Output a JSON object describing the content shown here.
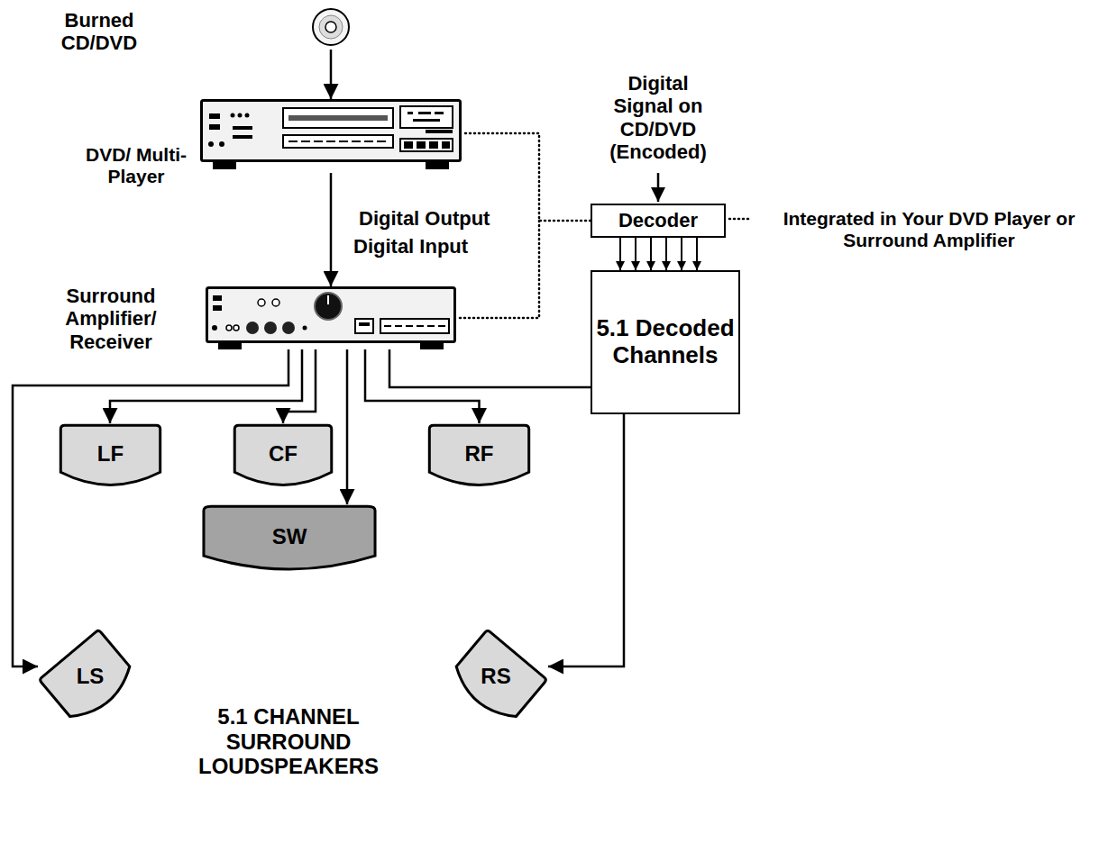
{
  "diagram": {
    "nodes": [
      {
        "text": [
          "Burned CD/DVD"
        ]
      },
      {
        "text": [
          "DVD/ Multi-Player"
        ]
      },
      {
        "text": [
          "Surround Amplifier/ Receiver"
        ]
      },
      {
        "text": [
          "Decoder"
        ]
      },
      {
        "text": [
          "5.1 Decoded Channels"
        ]
      },
      {
        "text": [
          "LF"
        ]
      },
      {
        "text": [
          "CF"
        ]
      },
      {
        "text": [
          "RF"
        ]
      },
      {
        "text": [
          "SW"
        ]
      },
      {
        "text": [
          "LS"
        ]
      },
      {
        "text": [
          "RS"
        ]
      }
    ],
    "edges": [
      {
        "from": 0,
        "to": 1,
        "arrow": "to"
      },
      {
        "from": 1,
        "to": 2,
        "arrow": "to"
      },
      {
        "from": 1,
        "to": 3,
        "arrow": "none"
      },
      {
        "from": 2,
        "to": 3,
        "arrow": "none"
      },
      {
        "from": 3,
        "to": 4,
        "arrow": "to"
      },
      {
        "from": 2,
        "to": 5,
        "arrow": "to"
      },
      {
        "from": 2,
        "to": 6,
        "arrow": "to"
      },
      {
        "from": 2,
        "to": 7,
        "arrow": "to"
      },
      {
        "from": 2,
        "to": 8,
        "arrow": "to"
      },
      {
        "from": 2,
        "to": 9,
        "arrow": "to"
      },
      {
        "from": 2,
        "to": 10,
        "arrow": "to"
      }
    ],
    "labels": [
      "Digital Output",
      "Digital Input",
      "Digital Signal on CD/DVD (Encoded)",
      "Integrated in Your DVD Player or Surround Amplifier",
      "5.1 CHANNEL SURROUND LOUDSPEAKERS"
    ]
  }
}
